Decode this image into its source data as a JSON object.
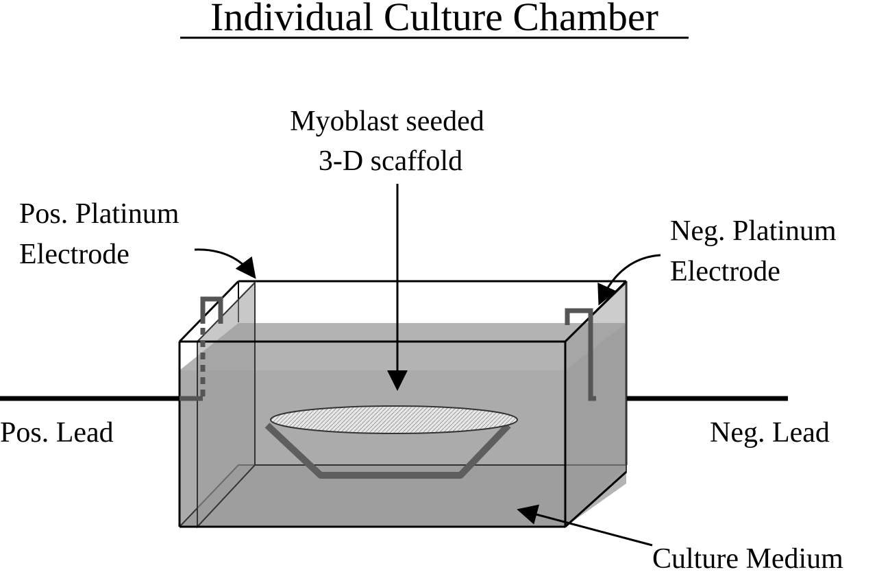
{
  "diagram": {
    "title": "Individual Culture Chamber",
    "labels": {
      "scaffold_line1": "Myoblast seeded",
      "scaffold_line2": "3-D scaffold",
      "pos_electrode_line1": "Pos. Platinum",
      "pos_electrode_line2": "Electrode",
      "neg_electrode_line1": "Neg. Platinum",
      "neg_electrode_line2": "Electrode",
      "pos_lead": "Pos. Lead",
      "neg_lead": "Neg. Lead",
      "medium": "Culture Medium"
    }
  },
  "colors": {
    "medium": "#a9a9a9",
    "medium_dark": "#8c8c8c",
    "electrode": "#5e5e5e",
    "scaffold": "#e6e6e6",
    "lead": "#000000"
  }
}
